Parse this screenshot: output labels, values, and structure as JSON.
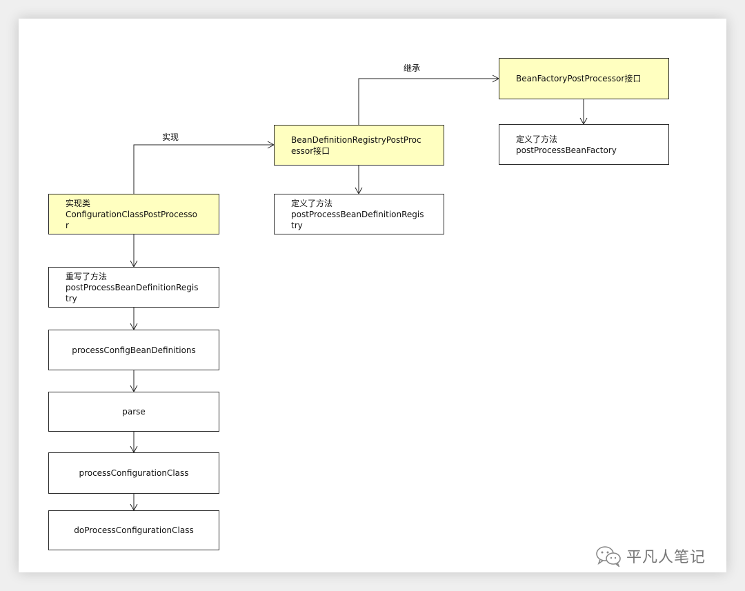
{
  "nodes": {
    "bean_factory_post_processor": "BeanFactoryPostProcessor接口",
    "bean_factory_method": "定义了方法\npostProcessBeanFactory",
    "registry_post_processor": "BeanDefinitionRegistryPostProc\nessor接口",
    "registry_method": "定义了方法\npostProcessBeanDefinitionRegis\ntry",
    "configuration_class_post_processor": "实现类\nConfigurationClassPostProcesso\nr",
    "override_method": "重写了方法\npostProcessBeanDefinitionRegis\ntry",
    "process_config_bean_definitions": "processConfigBeanDefinitions",
    "parse": "parse",
    "process_configuration_class": "processConfigurationClass",
    "do_process_configuration_class": "doProcessConfigurationClass"
  },
  "edges": {
    "inherit_label": "继承",
    "implement_label": "实现"
  },
  "watermark": {
    "text": "平凡人笔记",
    "icon": "wechat-icon"
  },
  "colors": {
    "interface_fill": "#ffffc0",
    "border": "#2b2b2b"
  }
}
